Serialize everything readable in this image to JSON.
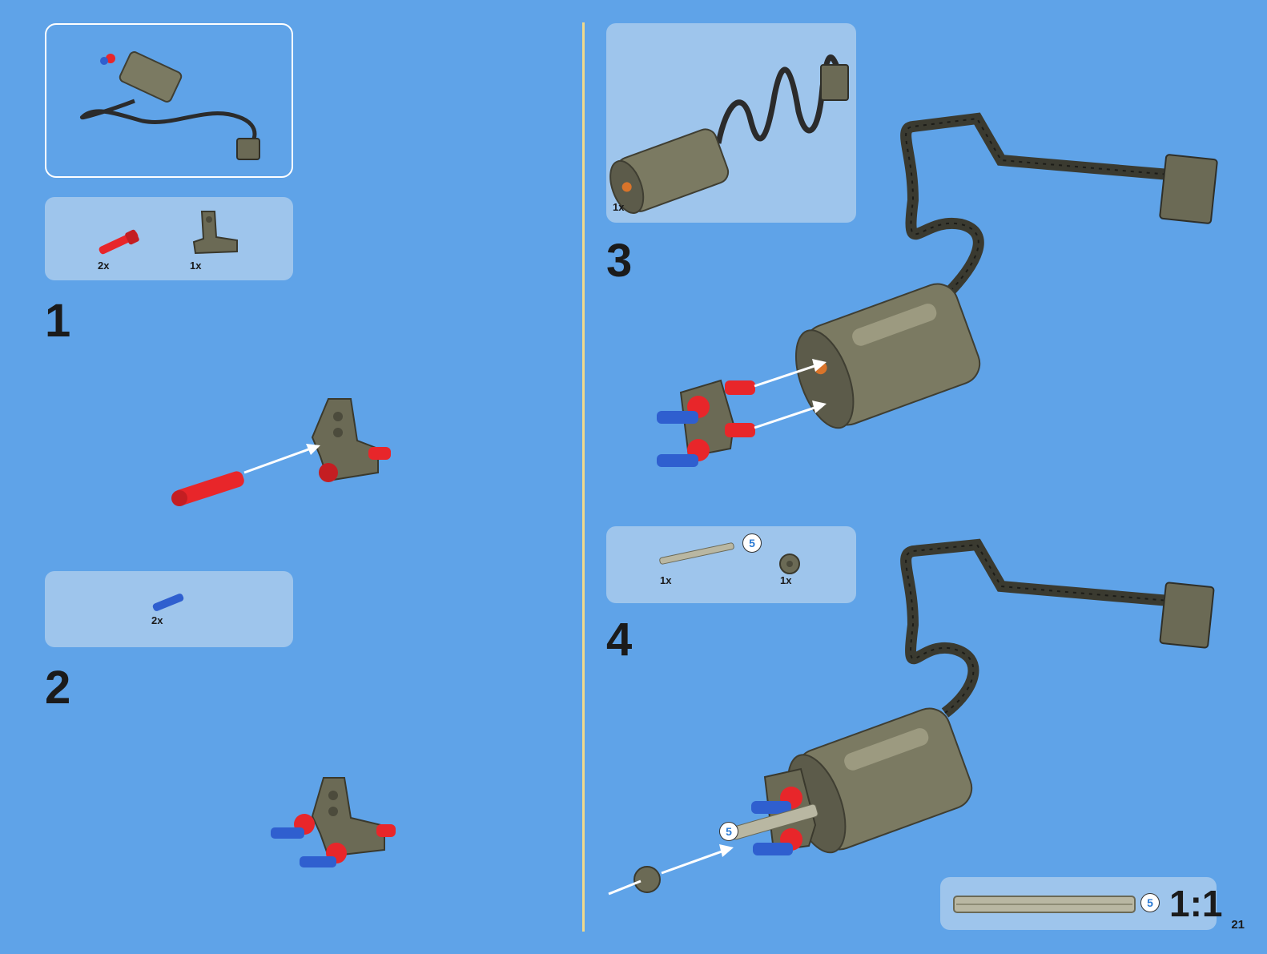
{
  "page": {
    "number": "21"
  },
  "left": {
    "parts_step1": {
      "pin_qty": "2x",
      "beam_qty": "1x"
    },
    "step1": {
      "number": "1"
    },
    "parts_step2": {
      "pin_qty": "2x"
    },
    "step2": {
      "number": "2"
    }
  },
  "right": {
    "parts_step3": {
      "motor_qty": "1x"
    },
    "step3": {
      "number": "3"
    },
    "parts_step4": {
      "axle_qty": "1x",
      "axle_len": "5",
      "bush_qty": "1x"
    },
    "step4": {
      "number": "4",
      "axle_len": "5"
    },
    "scale": {
      "axle_len": "5",
      "label": "1:1"
    }
  },
  "colors": {
    "background": "#5fa3e8",
    "panel": "#9ec5ec",
    "red_pin": "#e8262a",
    "blue_pin": "#2f5fcf",
    "dark_gray": "#6b6a55",
    "divider": "#f0d98a"
  }
}
